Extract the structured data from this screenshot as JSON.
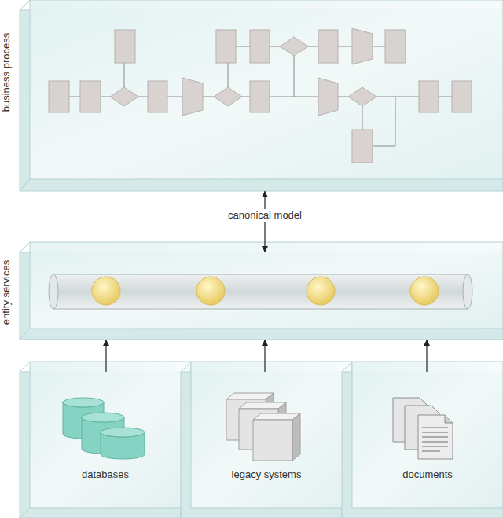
{
  "diagram": {
    "nodes": [
      {
        "text": [
          "business process"
        ]
      },
      {
        "text": [
          "entity services"
        ]
      },
      {
        "text": [
          "databases"
        ]
      },
      {
        "text": [
          "legacy systems"
        ]
      },
      {
        "text": [
          "documents"
        ]
      }
    ],
    "edges": [
      {
        "from": 1,
        "to": 0,
        "arrow": "both",
        "label": "canonical model"
      },
      {
        "from": 2,
        "to": 1,
        "arrow": "to"
      },
      {
        "from": 3,
        "to": 1,
        "arrow": "to"
      },
      {
        "from": 4,
        "to": 1,
        "arrow": "to"
      }
    ]
  }
}
